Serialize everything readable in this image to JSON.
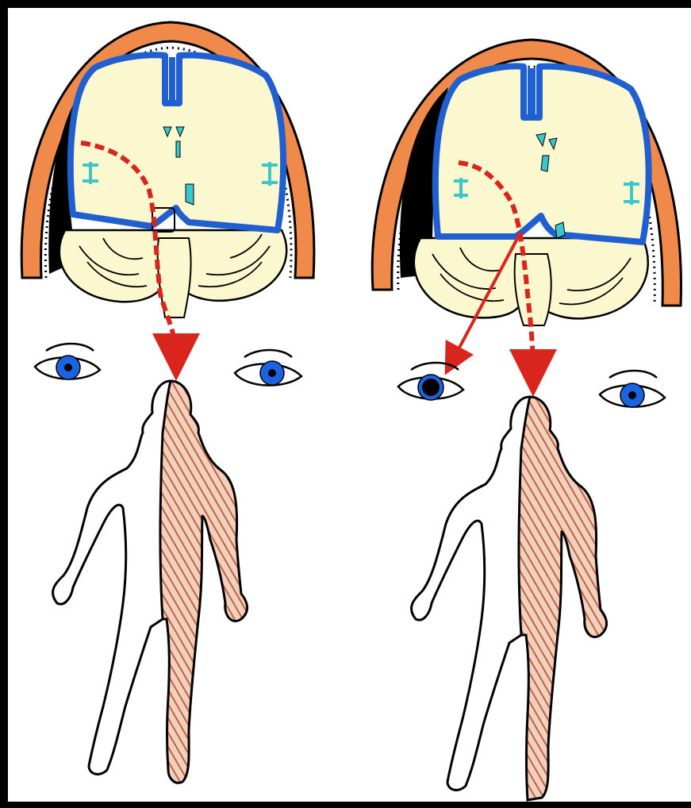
{
  "colors": {
    "background_border": "#000000",
    "panel": "#ffffff",
    "scalp": "#f08a4b",
    "cortex_outline": "#1f5fd0",
    "brain_tissue": "#fbf7cf",
    "ventricles": "#3cc7cc",
    "hematoma": "#000000",
    "pathway": "#d8261e",
    "iris": "#1b63e0",
    "hatch": "#c4623a",
    "hatch_fill": "#f0d0bf",
    "outline": "#000000"
  },
  "panels": [
    {
      "id": "left",
      "hematoma": "present",
      "pathway": "descending-dashed",
      "pupils": [
        "normal",
        "normal"
      ],
      "hemiparesis_side": "right"
    },
    {
      "id": "right",
      "hematoma": "present",
      "pathway": "descending-dashed-with-oculomotor-compression",
      "pupils": [
        "dilated",
        "normal"
      ],
      "hemiparesis_side": "right"
    }
  ]
}
